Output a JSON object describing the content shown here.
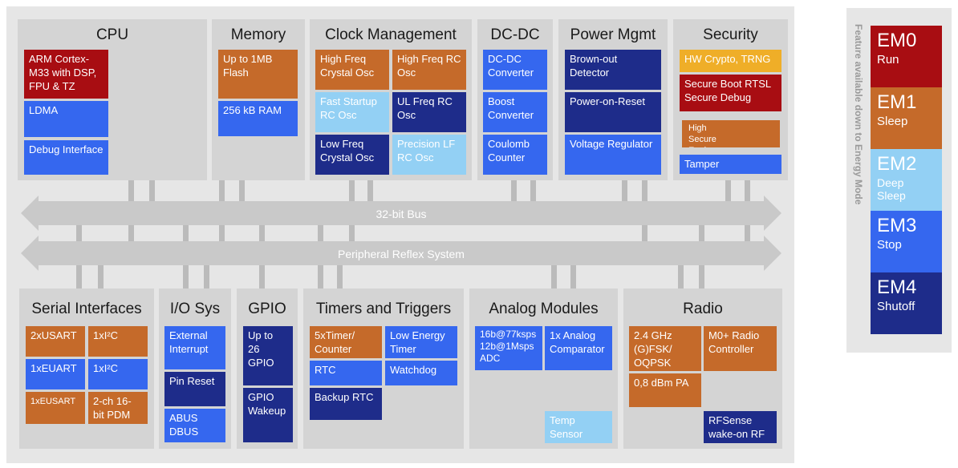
{
  "blocks": {
    "cpu": {
      "title": "CPU",
      "items": [
        "ARM Cortex-M33 with DSP, FPU & TZ",
        "LDMA",
        "Debug Interface"
      ]
    },
    "memory": {
      "title": "Memory",
      "items": [
        "Up to 1MB Flash",
        "256 kB RAM"
      ]
    },
    "clock": {
      "title": "Clock Management",
      "items": [
        "High Freq Crystal Osc",
        "High Freq RC Osc",
        "Fast Startup RC Osc",
        "UL Freq RC Osc",
        "Low Freq Crystal Osc",
        "Precision LF RC Osc"
      ]
    },
    "dcdc": {
      "title": "DC-DC",
      "items": [
        "DC-DC Converter",
        "Boost Converter",
        "Coulomb Counter"
      ]
    },
    "power": {
      "title": "Power Mgmt",
      "items": [
        "Brown-out Detector",
        "Power-on-Reset",
        "Voltage Regulator"
      ]
    },
    "security": {
      "title": "Security",
      "items": [
        "HW Crypto, TRNG",
        "Secure Boot RTSL Secure Debug",
        "High Secure Engine",
        "Tamper"
      ]
    },
    "serial": {
      "title": "Serial Interfaces",
      "items": [
        "2xUSART",
        "1xI²C",
        "1xEUART",
        "1xI²C",
        "1xEUSART",
        "2-ch 16-bit PDM"
      ]
    },
    "io": {
      "title": "I/O Sys",
      "items": [
        "External Interrupt",
        "Pin Reset",
        "ABUS DBUS"
      ]
    },
    "gpio": {
      "title": "GPIO",
      "items": [
        "Up to 26 GPIO",
        "GPIO Wakeup"
      ]
    },
    "timers": {
      "title": "Timers and Triggers",
      "items": [
        "5xTimer/ Counter",
        "Low Energy Timer",
        "RTC",
        "Watchdog",
        "Backup RTC"
      ]
    },
    "analog": {
      "title": "Analog Modules",
      "items": [
        "16b@77ksps 12b@1Msps ADC",
        "1x Analog Comparator",
        "Temp Sensor"
      ]
    },
    "radio": {
      "title": "Radio",
      "items": [
        "2.4 GHz (G)FSK/ OQPSK",
        "M0+ Radio Controller",
        "0,8 dBm PA",
        "RFSense wake-on RF"
      ]
    }
  },
  "buses": {
    "bus32": "32-bit Bus",
    "prs": "Peripheral Reflex System"
  },
  "legend": {
    "vertical_label": "Feature available down to Energy Mode",
    "modes": [
      {
        "code": "EM0",
        "desc": "Run",
        "color": "#a80d12"
      },
      {
        "code": "EM1",
        "desc": "Sleep",
        "color": "#c56a2a"
      },
      {
        "code": "EM2",
        "desc": "Deep Sleep",
        "color": "#93d0f4"
      },
      {
        "code": "EM3",
        "desc": "Stop",
        "color": "#3567ef"
      },
      {
        "code": "EM4",
        "desc": "Shutoff",
        "color": "#1e2c8a"
      }
    ]
  },
  "colors": {
    "em0": "#a80d12",
    "em1": "#c56a2a",
    "em2": "#93d0f4",
    "em3": "#3567ef",
    "em4": "#1e2c8a",
    "em0_alt": "#efae28"
  }
}
